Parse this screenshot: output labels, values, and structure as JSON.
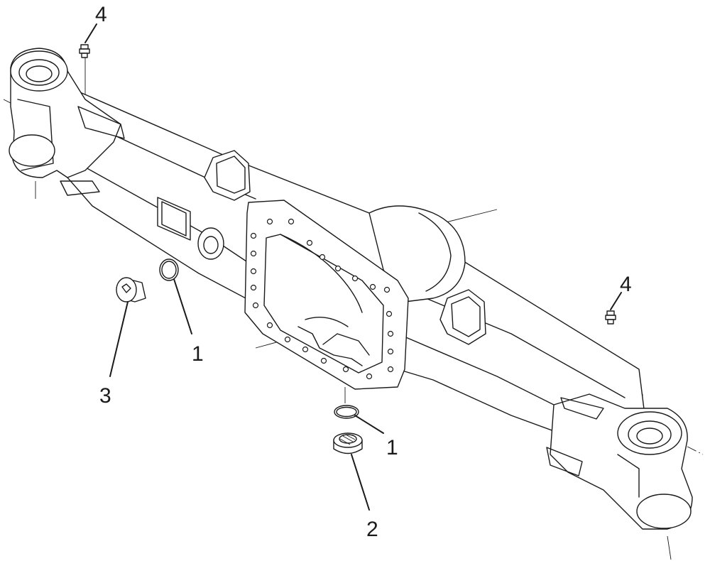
{
  "callouts": [
    {
      "label": "1"
    },
    {
      "label": "1"
    },
    {
      "label": "2"
    },
    {
      "label": "3"
    },
    {
      "label": "4"
    },
    {
      "label": "4"
    }
  ]
}
